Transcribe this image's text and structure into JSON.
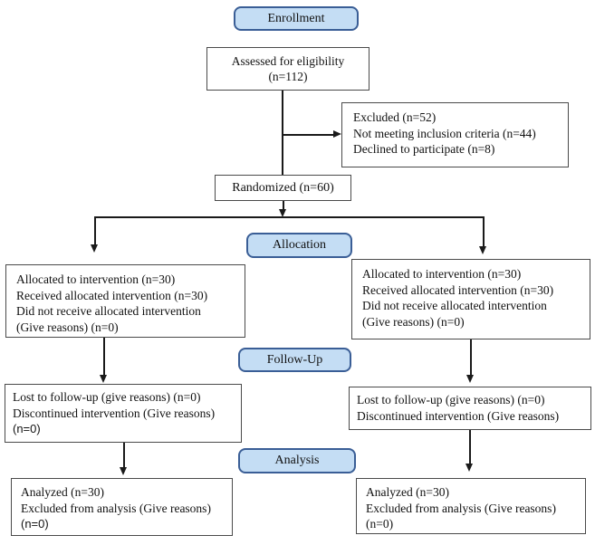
{
  "palette": {
    "stage_fill": "#c4ddf4",
    "stage_border": "#3a5e96",
    "box_border": "#4a4a4a",
    "box_fill": "#ffffff",
    "arrow_color": "#1a1a1a",
    "text_color": "#111111"
  },
  "stages": {
    "enrollment": "Enrollment",
    "allocation": "Allocation",
    "followup": "Follow-Up",
    "analysis": "Analysis"
  },
  "boxes": {
    "assessed": {
      "lines": [
        "Assessed for eligibility",
        "(n=112)"
      ]
    },
    "excluded": {
      "lines": [
        "Excluded (n=52)",
        "Not meeting inclusion criteria (n=44)",
        "Declined to participate (n=8)"
      ]
    },
    "randomized": {
      "lines": [
        "Randomized (n=60)"
      ]
    },
    "alloc_left": {
      "lines": [
        "Allocated to intervention (n=30)",
        "Received allocated intervention (n=30)",
        "Did not receive allocated intervention",
        "(Give reasons) (n=0)"
      ]
    },
    "alloc_right": {
      "lines": [
        "Allocated to intervention (n=30)",
        "Received allocated intervention (n=30)",
        "Did not receive allocated intervention",
        "(Give reasons) (n=0)"
      ]
    },
    "followup_left": {
      "lines": [
        "Lost to follow-up (give reasons) (n=0)",
        "Discontinued intervention (Give reasons)",
        "(n=0)"
      ]
    },
    "followup_right": {
      "lines": [
        "Lost to follow-up (give reasons) (n=0)",
        "Discontinued intervention (Give reasons)"
      ]
    },
    "analysis_left": {
      "lines": [
        "Analyzed (n=30)",
        "Excluded from analysis (Give reasons)",
        "(n=0)"
      ]
    },
    "analysis_right": {
      "lines": [
        "Analyzed (n=30)",
        "Excluded from analysis (Give reasons)",
        "(n=0)"
      ]
    }
  }
}
